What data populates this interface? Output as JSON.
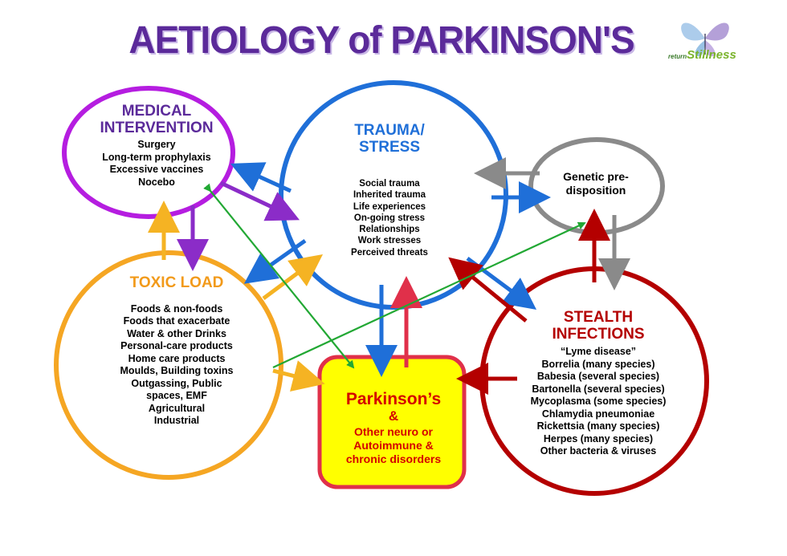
{
  "title": "AETIOLOGY of PARKINSON'S",
  "logo": {
    "small_text": "return",
    "big_text": "Stillness"
  },
  "colors": {
    "medical": "#b51de0",
    "trauma": "#1f6fd8",
    "genetic": "#8a8a8a",
    "toxic": "#f5a623",
    "stealth": "#b40000",
    "parkinsons_fill": "#ffff00",
    "parkinsons_border": "#e0304a",
    "arrow_green": "#22a834",
    "arrow_purple": "#8b2cc8"
  },
  "medical": {
    "heading": [
      "MEDICAL",
      "INTERVENTION"
    ],
    "items": [
      "Surgery",
      "Long-term prophylaxis",
      "Excessive vaccines",
      "Nocebo"
    ]
  },
  "trauma": {
    "heading": [
      "TRAUMA/",
      "STRESS"
    ],
    "items": [
      "Social trauma",
      "Inherited trauma",
      "Life experiences",
      "On-going stress",
      "Relationships",
      "Work stresses",
      "Perceived threats"
    ]
  },
  "genetic": {
    "heading": [
      "Genetic pre-",
      "disposition"
    ]
  },
  "toxic": {
    "heading": "TOXIC LOAD",
    "items": [
      "Foods & non-foods",
      "Foods that exacerbate",
      "Water & other Drinks",
      "Personal-care products",
      "Home care products",
      "Moulds, Building toxins",
      "Outgassing, Public",
      "spaces, EMF",
      "Agricultural",
      "Industrial"
    ]
  },
  "stealth": {
    "heading": [
      "STEALTH",
      "INFECTIONS"
    ],
    "items": [
      "“Lyme disease”",
      "Borrelia (many species)",
      "Babesia (several species)",
      "Bartonella (several species)",
      "Mycoplasma (some species)",
      "Chlamydia pneumoniae",
      "Rickettsia (many species)",
      "Herpes (many species)",
      "Other bacteria & viruses"
    ]
  },
  "parkinsons": {
    "heading": "Parkinson’s",
    "amp": "&",
    "items": [
      "Other neuro or",
      "Autoimmune &",
      "chronic disorders"
    ]
  }
}
